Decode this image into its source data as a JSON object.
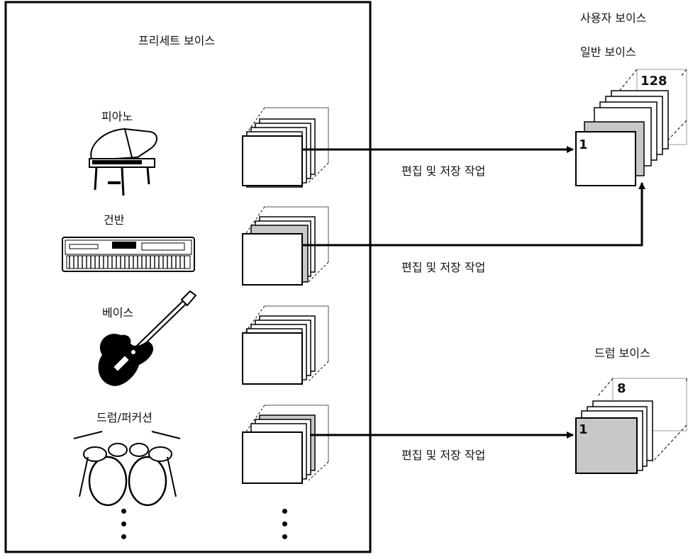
{
  "preset": {
    "title": "프리세트 보이스",
    "categories": [
      {
        "label": "피아노",
        "icon": "grand-piano-icon"
      },
      {
        "label": "건반",
        "icon": "keyboard-synth-icon"
      },
      {
        "label": "베이스",
        "icon": "bass-guitar-icon"
      },
      {
        "label": "드럼/퍼커션",
        "icon": "drum-kit-icon"
      }
    ]
  },
  "user": {
    "title": "사용자 보이스",
    "normal": {
      "title": "일반 보이스",
      "first": "1",
      "last": "128"
    },
    "drum": {
      "title": "드럼 보이스",
      "first": "1",
      "last": "8"
    }
  },
  "arrows": [
    {
      "label": "편집 및 저장 작업"
    },
    {
      "label": "편집 및 저장 작업"
    },
    {
      "label": "편집 및 저장 작업"
    }
  ],
  "colors": {
    "line": "#000000",
    "highlight": "#c8c8c8",
    "page": "#ffffff"
  }
}
